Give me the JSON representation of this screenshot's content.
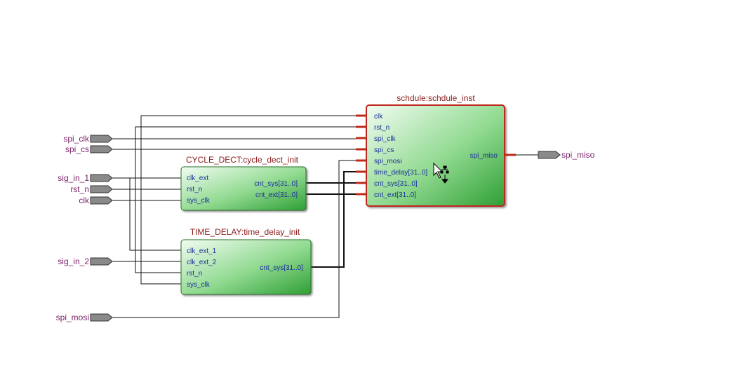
{
  "inputs": {
    "spi_clk": "spi_clk",
    "spi_cs": "spi_cs",
    "sig_in_1": "sig_in_1",
    "rst_n": "rst_n",
    "clk": "clk",
    "sig_in_2": "sig_in_2",
    "spi_mosi": "spi_mosi"
  },
  "outputs": {
    "spi_miso": "spi_miso"
  },
  "blocks": {
    "cycle_dect": {
      "title": "CYCLE_DECT:cycle_dect_init",
      "in_ports": [
        "clk_ext",
        "rst_n",
        "sys_clk"
      ],
      "out_ports": [
        "cnt_sys[31..0]",
        "cnt_ext[31..0]"
      ]
    },
    "time_delay": {
      "title": "TIME_DELAY:time_delay_init",
      "in_ports": [
        "clk_ext_1",
        "clk_ext_2",
        "rst_n",
        "sys_clk"
      ],
      "out_ports": [
        "cnt_sys[31..0]"
      ]
    },
    "schdule": {
      "title": "schdule:schdule_inst",
      "in_ports": [
        "clk",
        "rst_n",
        "spi_clk",
        "spi_cs",
        "spi_mosi",
        "time_delay[31..0]",
        "cnt_sys[31..0]",
        "cnt_ext[31..0]"
      ],
      "out_ports": [
        "spi_miso"
      ]
    }
  },
  "colors": {
    "io_text": "#7b1f6a",
    "title_text": "#8b1a1a",
    "port_text": "#1a2f9a",
    "block_fill_light": "#eaf8ea",
    "block_fill_dark": "#36a83a",
    "selected_border": "#c0281a"
  },
  "icons": {
    "cursor": "arrow-cursor-icon",
    "hierarchy": "hierarchy-icon"
  }
}
